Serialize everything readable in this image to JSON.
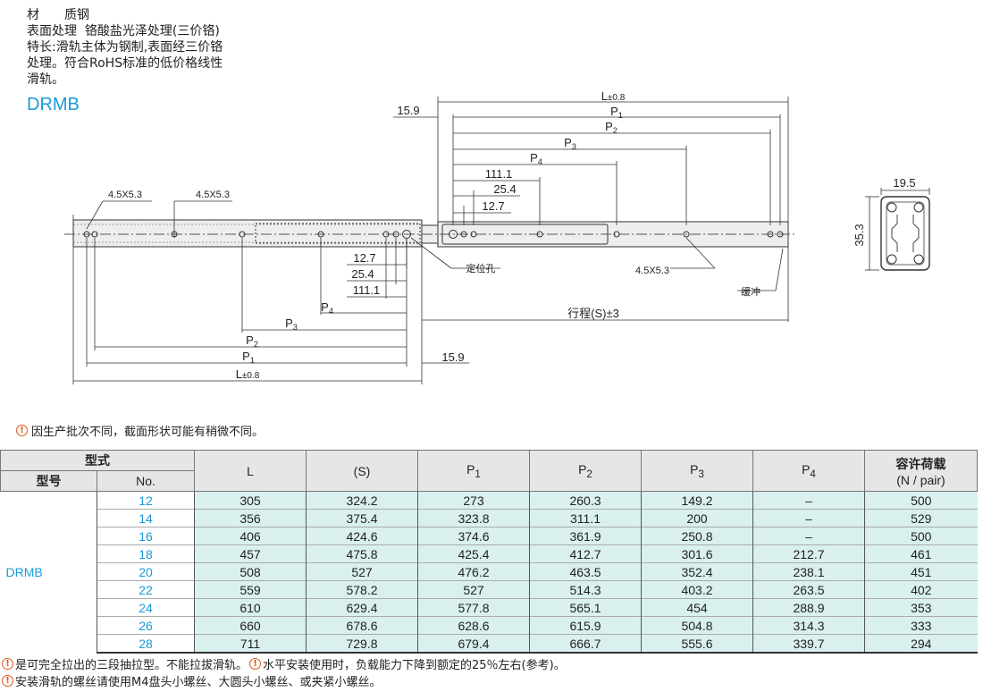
{
  "spec": {
    "material_label": "材　　质",
    "material_value": "钢",
    "surface_label": "表面处理",
    "surface_value": "铬酸盐光泽处理(三价铬)",
    "feature_line1": "特长:滑轨主体为钢制,表面经三价铬",
    "feature_line2": "处理。符合RoHS标准的低价格线性",
    "feature_line3": "滑轨。"
  },
  "model_title": "DRMB",
  "drawing": {
    "top": {
      "L": "L",
      "L_tol": "±0.8",
      "P1": "P",
      "P1_sub": "1",
      "P2": "P",
      "P2_sub": "2",
      "P3": "P",
      "P3_sub": "3",
      "P4": "P",
      "P4_sub": "4",
      "d15_9": "15.9",
      "d111_1": "111.1",
      "d25_4": "25.4",
      "d12_7": "12.7",
      "hole": "4.5X5.3"
    },
    "left": {
      "hole1": "4.5X5.3",
      "hole2": "4.5X5.3",
      "d12_7": "12.7",
      "d25_4": "25.4",
      "d111_1": "111.1",
      "P4": "P",
      "P4_sub": "4",
      "P3": "P",
      "P3_sub": "3",
      "P2": "P",
      "P2_sub": "2",
      "P1": "P",
      "P1_sub": "1",
      "L": "L",
      "L_tol": "±0.8",
      "d15_9": "15.9"
    },
    "locator_hole": "定位孔",
    "buffer": "缓冲",
    "stroke": "行程(S)±3",
    "section_width": "19.5",
    "section_height": "35.3"
  },
  "note_top": "因生产批次不同，截面形状可能有稍微不同。",
  "warn_glyph": "!",
  "table": {
    "header_model": "型式",
    "header_type": "型号",
    "header_no": "No.",
    "header_L": "L",
    "header_S": "(S)",
    "header_P": "P",
    "sub1": "1",
    "sub2": "2",
    "sub3": "3",
    "sub4": "4",
    "header_load1": "容许荷载",
    "header_load2": "(N / pair)",
    "type_name": "DRMB",
    "rows": [
      {
        "no": "12",
        "L": "305",
        "S": "324.2",
        "P1": "273",
        "P2": "260.3",
        "P3": "149.2",
        "P4": "–",
        "load": "500"
      },
      {
        "no": "14",
        "L": "356",
        "S": "375.4",
        "P1": "323.8",
        "P2": "311.1",
        "P3": "200",
        "P4": "–",
        "load": "529"
      },
      {
        "no": "16",
        "L": "406",
        "S": "424.6",
        "P1": "374.6",
        "P2": "361.9",
        "P3": "250.8",
        "P4": "–",
        "load": "500"
      },
      {
        "no": "18",
        "L": "457",
        "S": "475.8",
        "P1": "425.4",
        "P2": "412.7",
        "P3": "301.6",
        "P4": "212.7",
        "load": "461"
      },
      {
        "no": "20",
        "L": "508",
        "S": "527",
        "P1": "476.2",
        "P2": "463.5",
        "P3": "352.4",
        "P4": "238.1",
        "load": "451"
      },
      {
        "no": "22",
        "L": "559",
        "S": "578.2",
        "P1": "527",
        "P2": "514.3",
        "P3": "403.2",
        "P4": "263.5",
        "load": "402"
      },
      {
        "no": "24",
        "L": "610",
        "S": "629.4",
        "P1": "577.8",
        "P2": "565.1",
        "P3": "454",
        "P4": "288.9",
        "load": "353"
      },
      {
        "no": "26",
        "L": "660",
        "S": "678.6",
        "P1": "628.6",
        "P2": "615.9",
        "P3": "504.8",
        "P4": "314.3",
        "load": "333"
      },
      {
        "no": "28",
        "L": "711",
        "S": "729.8",
        "P1": "679.4",
        "P2": "666.7",
        "P3": "555.6",
        "P4": "339.7",
        "load": "294"
      }
    ]
  },
  "foot1": "是可完全拉出的三段抽拉型。不能拉拔滑轨。",
  "foot1b": "水平安装使用时，负载能力下降到额定的25％左右(参考)。",
  "foot2": "安装滑轨的螺丝请使用M4盘头小螺丝、大圆头小螺丝、或夹紧小螺丝。",
  "colors": {
    "accent": "#1a9ad6",
    "cell_bg": "#d9f0ef",
    "header_bg": "#e6e6e6",
    "warn": "#e0561a"
  }
}
